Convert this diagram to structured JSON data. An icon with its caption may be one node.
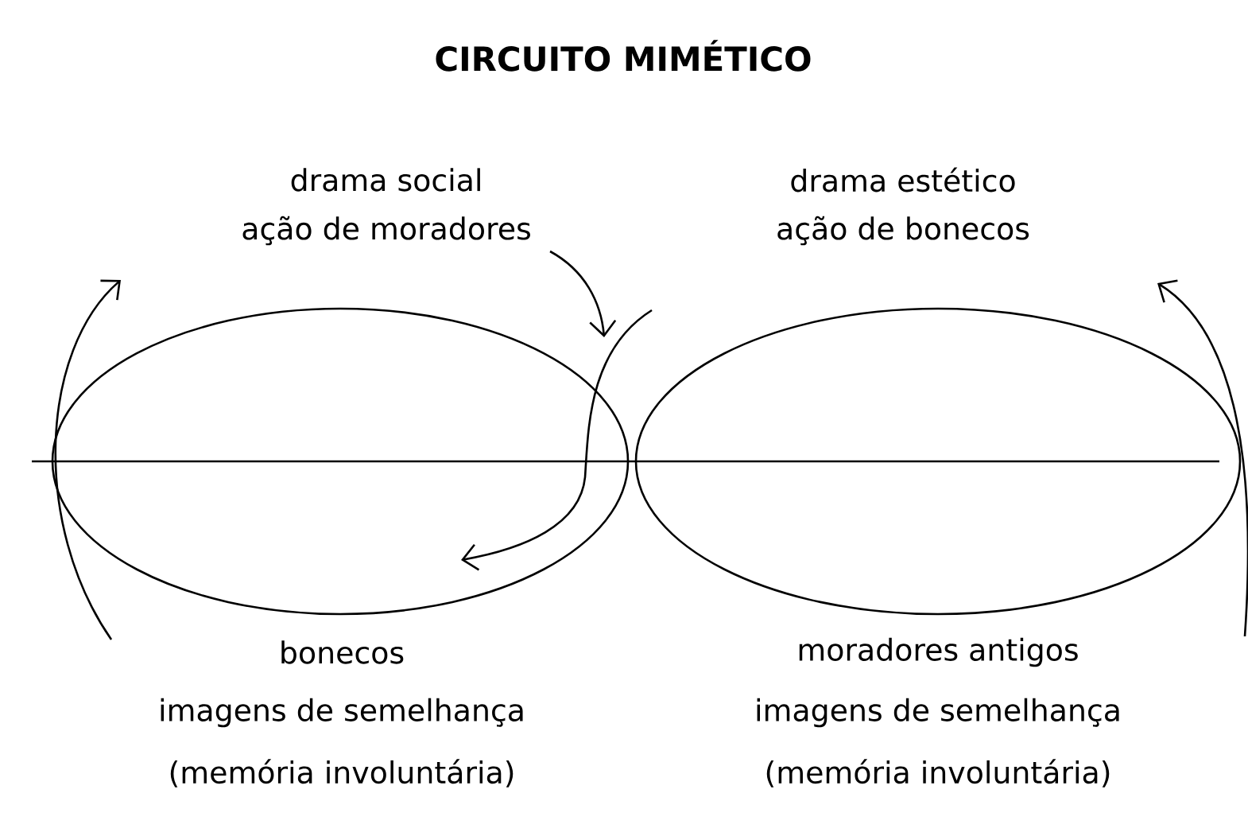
{
  "diagram": {
    "title": "CIRCUITO MIMÉTICO",
    "labels": [
      "drama social",
      "ação de moradores",
      "drama estético",
      "ação de bonecos",
      "bonecos",
      "imagens de semelhança",
      "(memória involuntária)",
      "moradores antigos",
      "imagens de semelhança",
      "(memória involuntária)"
    ]
  }
}
